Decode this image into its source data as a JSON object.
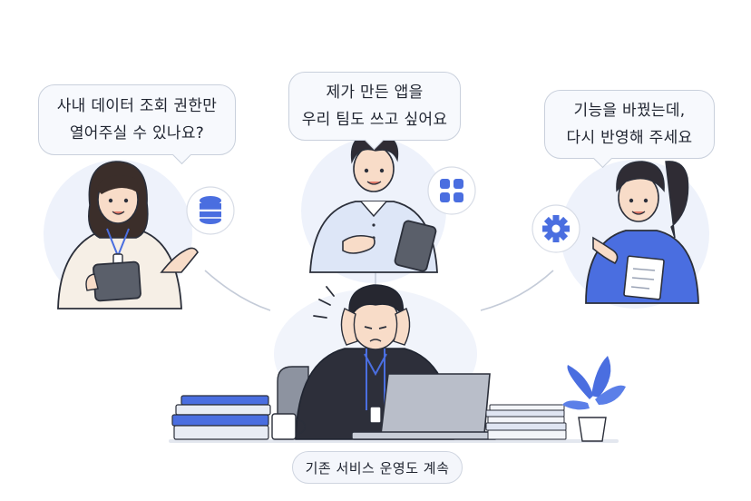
{
  "bubbles": {
    "left": {
      "line1": "사내 데이터 조회 권한만",
      "line2": "열어주실 수 있나요?"
    },
    "center": {
      "line1": "제가 만든 앱을",
      "line2": "우리 팀도 쓰고 싶어요"
    },
    "right": {
      "line1": "기능을 바꿨는데,",
      "line2": "다시 반영해 주세요"
    }
  },
  "caption": "기존 서비스 운영도 계속",
  "icons": {
    "left": "database-icon",
    "center": "app-grid-icon",
    "right": "gear-icon"
  },
  "colors": {
    "accent": "#4a6ee0",
    "bubble_border": "#c9d0dc",
    "circle_fill": "#eef2fb"
  }
}
